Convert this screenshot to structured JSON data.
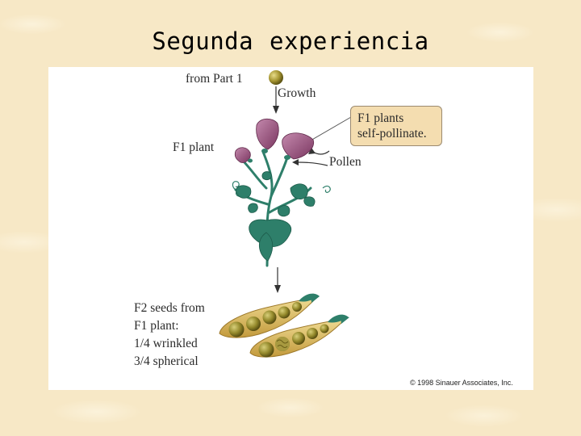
{
  "slide": {
    "title": "Segunda experiencia"
  },
  "figure": {
    "from_part": "from Part 1",
    "growth": "Growth",
    "f1_plant": "F1 plant",
    "callout": {
      "line1": "F1 plants",
      "line2": "self-pollinate."
    },
    "pollen": "Pollen",
    "f2": {
      "line1": "F2 seeds from",
      "line2": "F1 plant:",
      "line3": "1/4 wrinkled",
      "line4": "3/4 spherical"
    },
    "copyright": "© 1998 Sinauer Associates, Inc."
  },
  "colors": {
    "background": "#f7e8c6",
    "flower": "#9b4e7c",
    "leaf": "#2e7f6a",
    "pod": "#c9a64a",
    "pea": "#9a8f2a",
    "callout": "#f4ddb0"
  }
}
